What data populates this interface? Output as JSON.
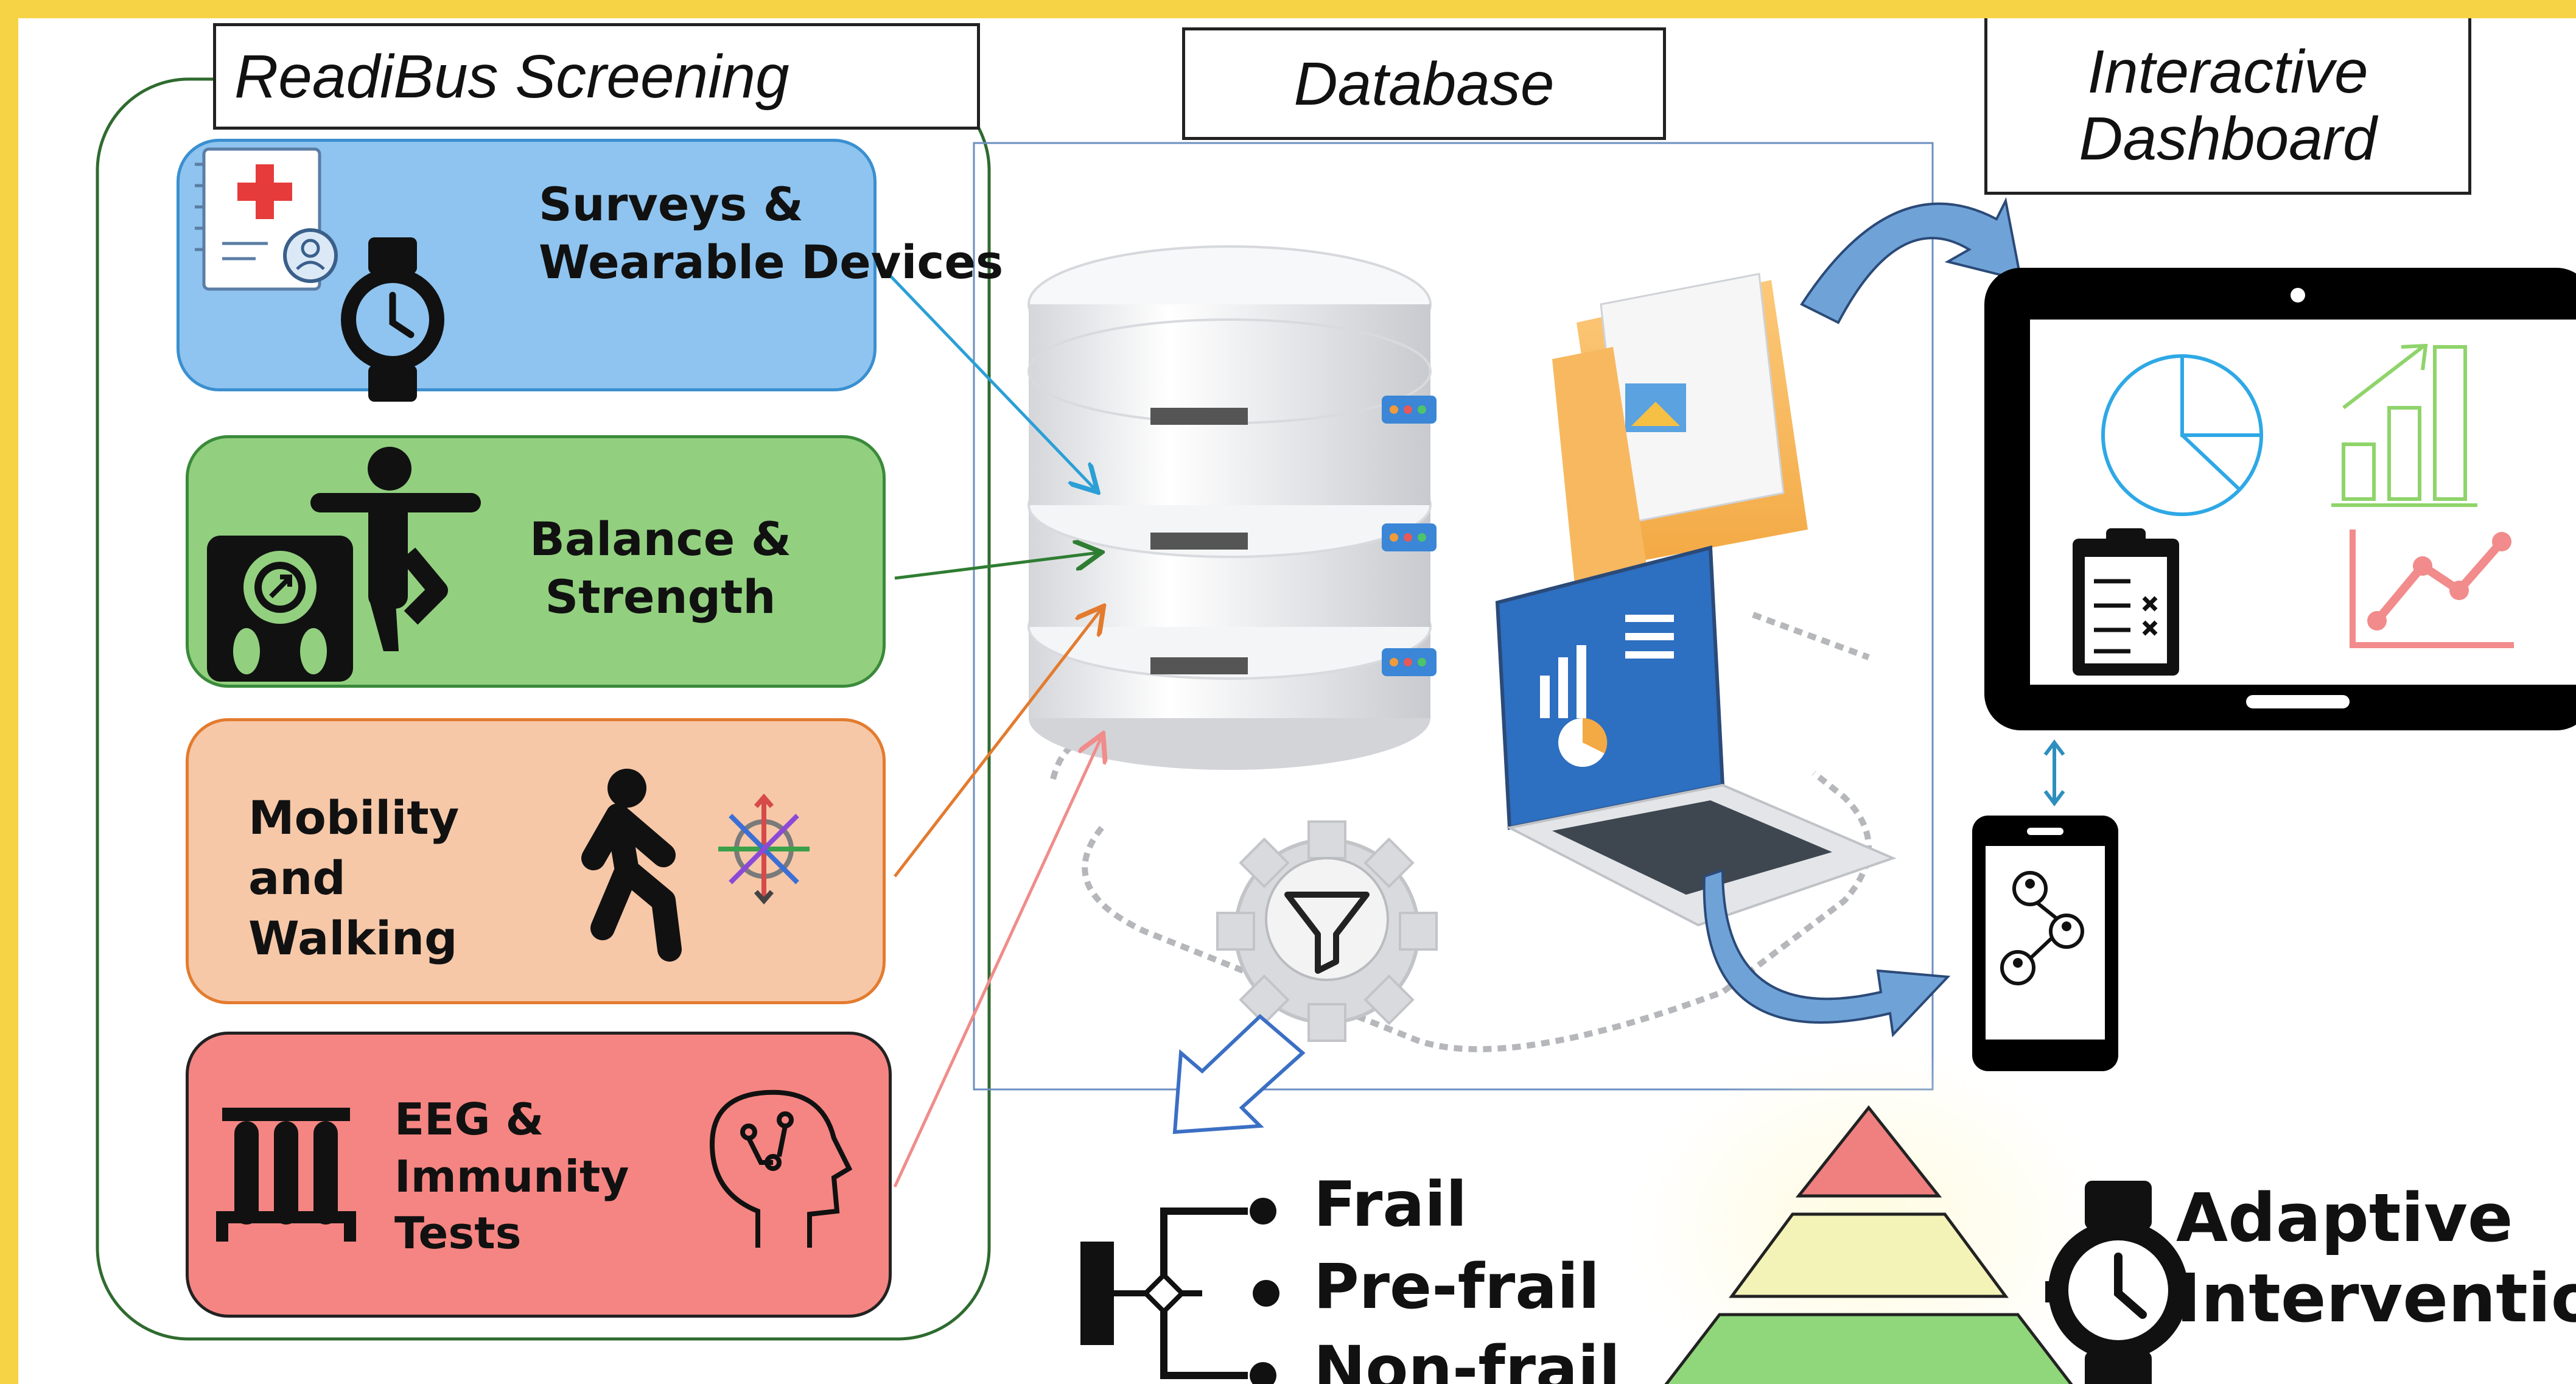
{
  "screening": {
    "title": "ReadiBus Screening",
    "panels": [
      {
        "label_line1": "Surveys &",
        "label_line2": "Wearable Devices"
      },
      {
        "label_line1": "Balance &",
        "label_line2": "Strength"
      },
      {
        "label_line1": "Mobility",
        "label_line2": "and",
        "label_line3": "Walking"
      },
      {
        "label_line1": "EEG &",
        "label_line2": "Immunity",
        "label_line3": "Tests"
      }
    ]
  },
  "database": {
    "title": "Database"
  },
  "dashboard": {
    "title_line1": "Interactive",
    "title_line2": "Dashboard"
  },
  "classification": {
    "items": [
      "Frail",
      "Pre-frail",
      "Non-frail"
    ]
  },
  "intervention": {
    "label_line1": "Adaptive",
    "label_line2": "Intervention"
  },
  "colors": {
    "page_border": "#f6d245",
    "surveys": "#8ec4ef",
    "balance": "#92d07f",
    "mobility": "#f6c8a8",
    "tests": "#f58582",
    "pyramid_top": "#f08080",
    "pyramid_mid": "#f3f3b8",
    "pyramid_base": "#8fd77a"
  }
}
